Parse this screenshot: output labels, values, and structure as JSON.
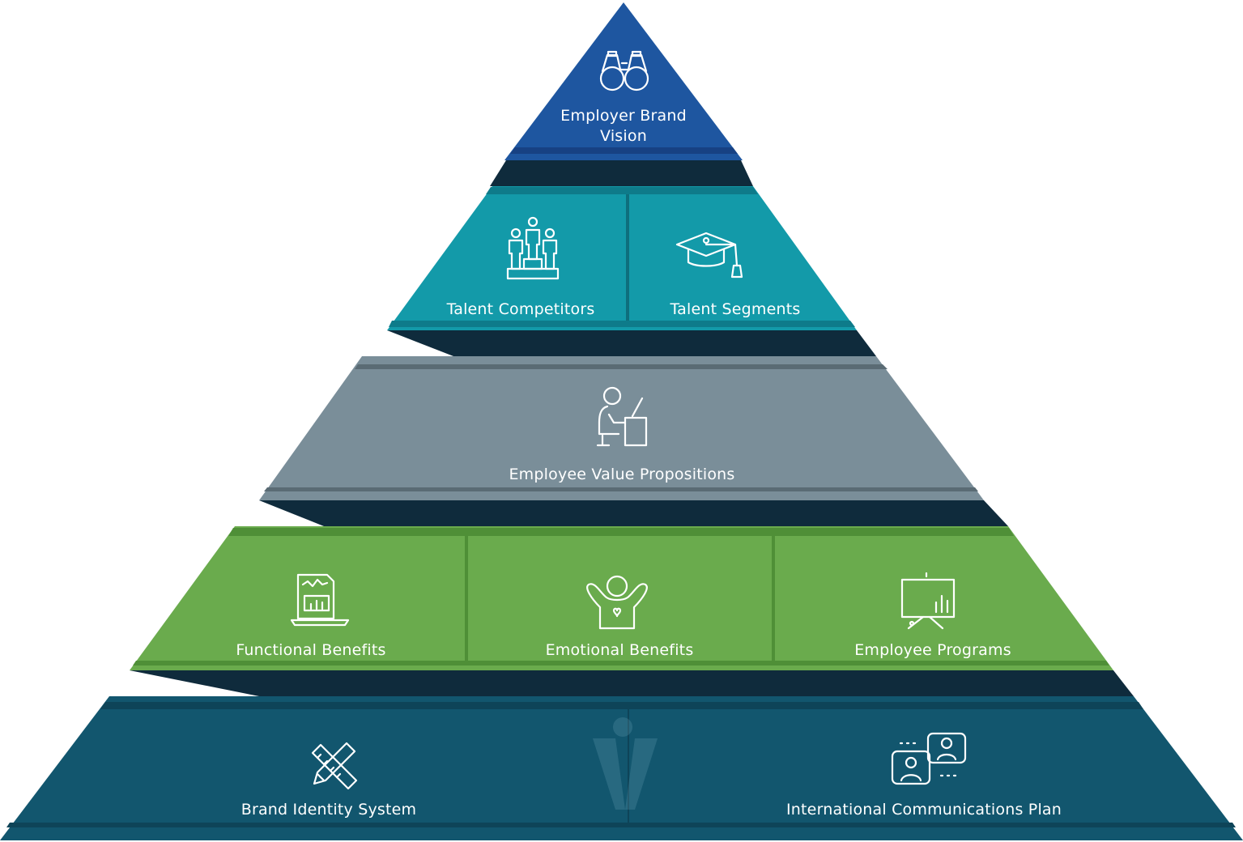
{
  "colors": {
    "vision": "#1e56a0",
    "talent": "#139aa9",
    "evp": "#7a8e99",
    "benefits": "#6aab4d",
    "foundation": "#12566e",
    "shadow": "#0f2b3c"
  },
  "tiers": {
    "vision": {
      "line1": "Employer Brand",
      "line2": "Vision",
      "icon": "binoculars-icon"
    },
    "talent": [
      {
        "label": "Talent Competitors",
        "icon": "podium-people-icon"
      },
      {
        "label": "Talent Segments",
        "icon": "graduation-cap-icon"
      }
    ],
    "evp": {
      "label": "Employee Value Propositions",
      "icon": "person-at-desk-icon"
    },
    "benefits": [
      {
        "label": "Functional Benefits",
        "icon": "laptop-report-icon"
      },
      {
        "label": "Emotional Benefits",
        "icon": "happy-person-icon"
      },
      {
        "label": "Employee Programs",
        "icon": "presentation-board-icon"
      }
    ],
    "foundation": [
      {
        "label": "Brand Identity System",
        "icon": "pencil-ruler-icon"
      },
      {
        "label": "International Communications Plan",
        "icon": "video-chat-icon"
      }
    ]
  }
}
